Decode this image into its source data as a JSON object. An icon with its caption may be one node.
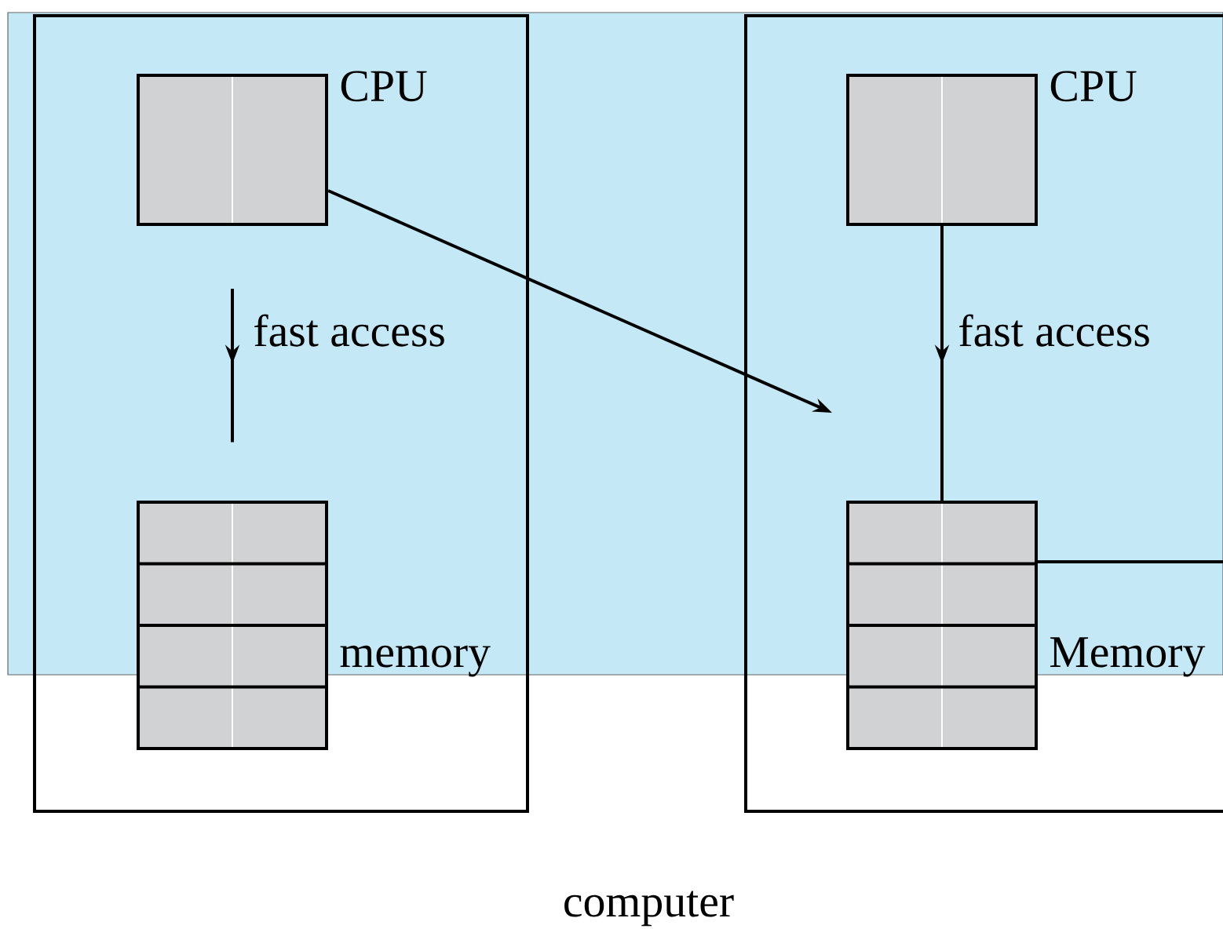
{
  "diagram": {
    "nodes": [
      {
        "text": [],
        "shape": "box"
      },
      {
        "text": [
          "CPU"
        ],
        "in": 0
      },
      {
        "text": [
          "memory"
        ],
        "in": 0
      },
      {
        "text": [],
        "shape": "box"
      },
      {
        "text": [
          "CPU"
        ],
        "in": 3
      },
      {
        "text": [
          "Memory"
        ],
        "in": 3
      }
    ],
    "edges": [
      {
        "from": 1,
        "to": 2,
        "arrow": "to",
        "label": "fast access"
      },
      {
        "from": 1,
        "to": null,
        "arrow": "to"
      },
      {
        "from": 4,
        "to": 5,
        "arrow": "to",
        "label": "fast access"
      }
    ],
    "labels": [
      "computer"
    ]
  }
}
